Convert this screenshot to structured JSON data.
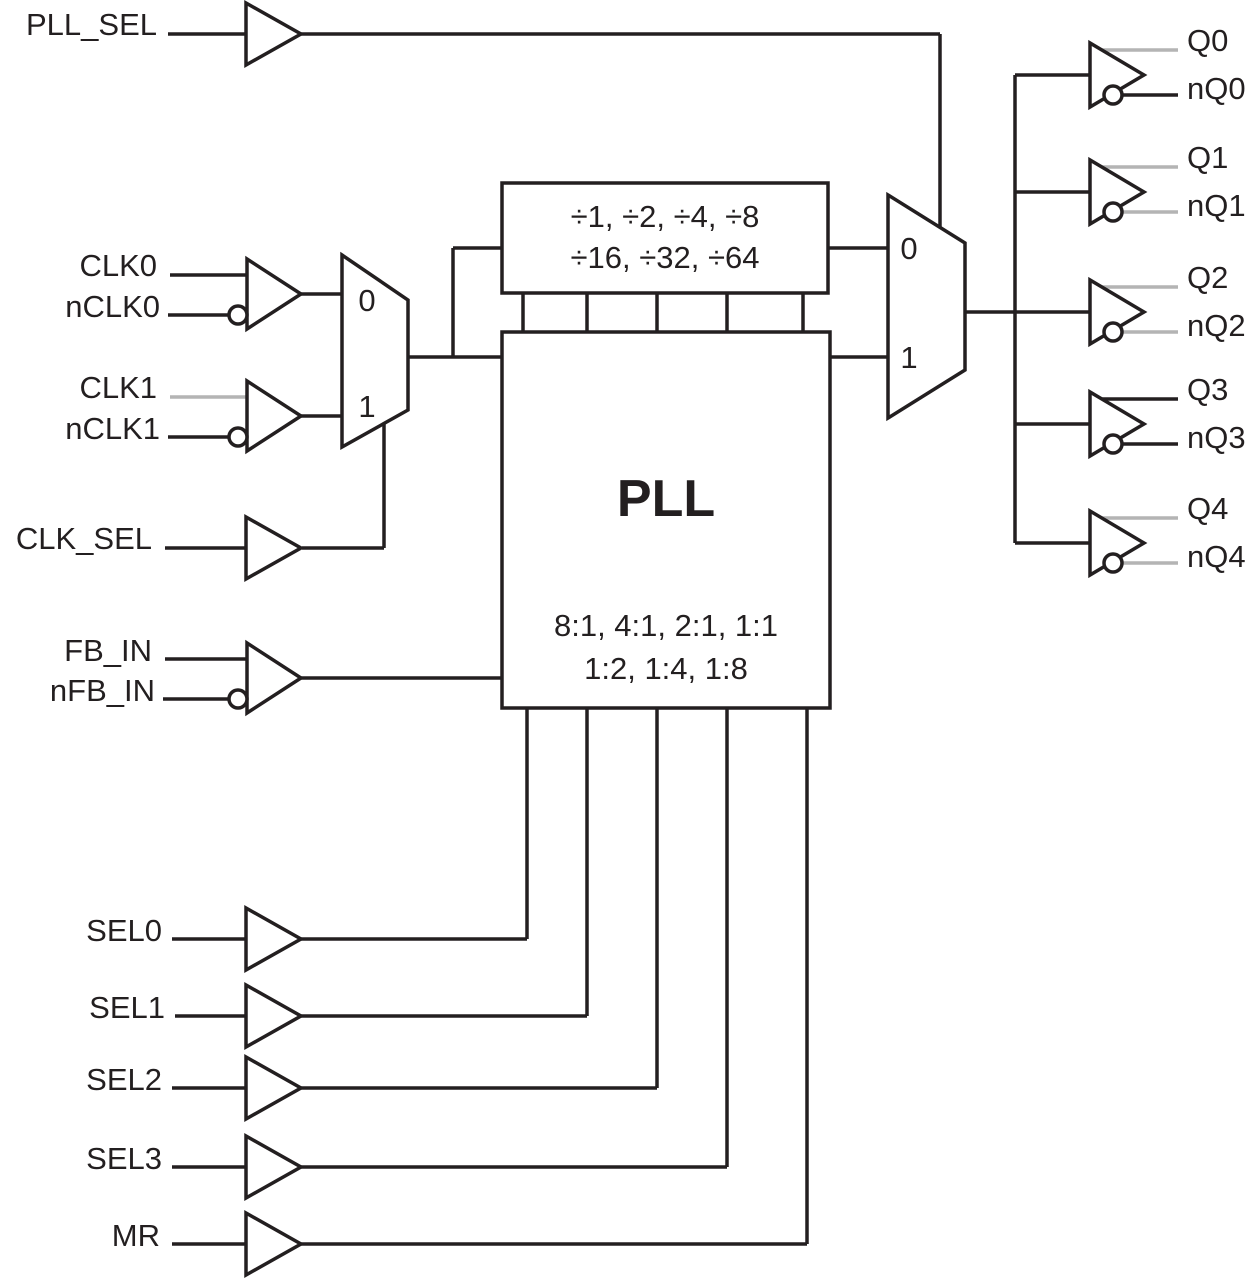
{
  "blocks": {
    "divider": {
      "line1": "÷1, ÷2, ÷4, ÷8",
      "line2": "÷16, ÷32, ÷64"
    },
    "pll": {
      "title": "PLL",
      "ratios_line1": "8:1, 4:1, 2:1, 1:1",
      "ratios_line2": "1:2, 1:4, 1:8"
    }
  },
  "muxes": {
    "input_mux": {
      "in0": "0",
      "in1": "1"
    },
    "output_mux": {
      "in0": "0",
      "in1": "1"
    }
  },
  "inputs": {
    "pll_sel": "PLL_SEL",
    "clk0": "CLK0",
    "nclk0": "nCLK0",
    "clk1": "CLK1",
    "nclk1": "nCLK1",
    "clk_sel": "CLK_SEL",
    "fb_in": "FB_IN",
    "nfb_in": "nFB_IN",
    "sel0": "SEL0",
    "sel1": "SEL1",
    "sel2": "SEL2",
    "sel3": "SEL3",
    "mr": "MR"
  },
  "outputs": [
    {
      "q": "Q0",
      "nq": "nQ0"
    },
    {
      "q": "Q1",
      "nq": "nQ1"
    },
    {
      "q": "Q2",
      "nq": "nQ2"
    },
    {
      "q": "Q3",
      "nq": "nQ3"
    },
    {
      "q": "Q4",
      "nq": "nQ4"
    }
  ],
  "colors": {
    "line": "#231f20",
    "gray_line": "#b4b4b4",
    "background": "#ffffff"
  }
}
